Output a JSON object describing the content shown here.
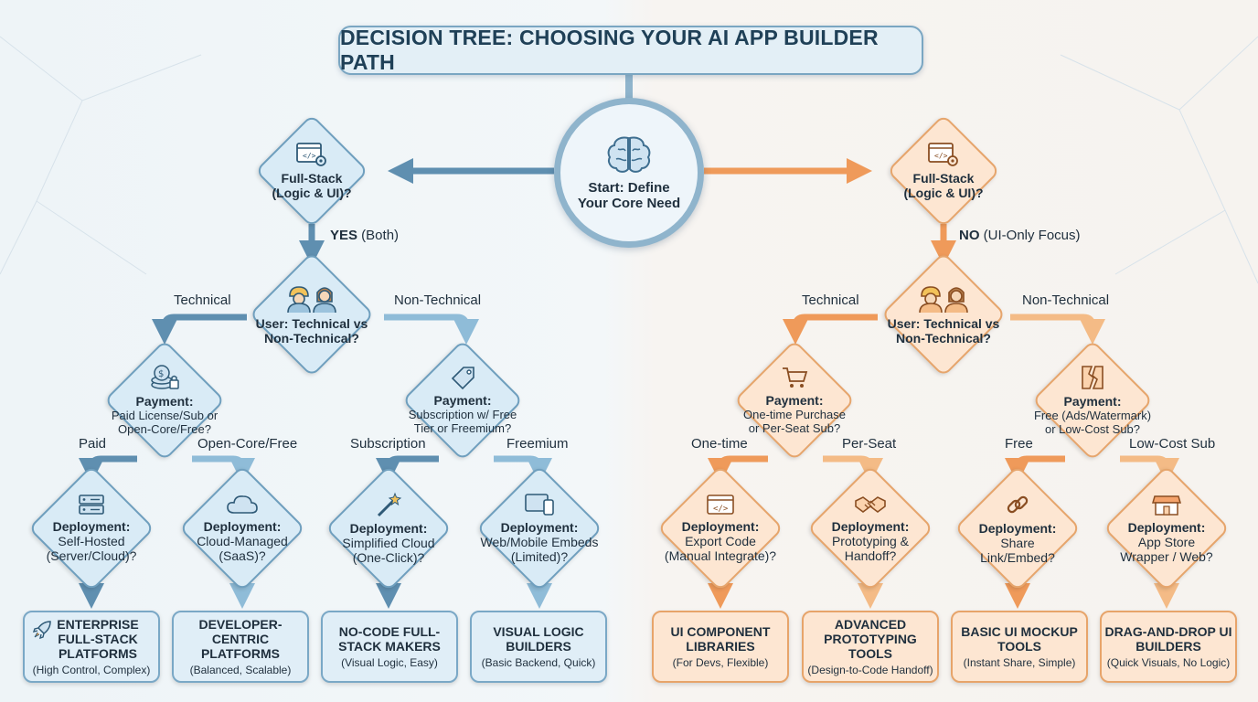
{
  "title": "DECISION TREE: CHOOSING YOUR AI APP BUILDER PATH",
  "start": {
    "line1": "Start: Define",
    "line2": "Your Core Need"
  },
  "colors": {
    "blue": "#6f9fbe",
    "orange": "#e6a56c"
  },
  "left": {
    "q1": {
      "line1": "Full-Stack",
      "line2": "(Logic & UI)?"
    },
    "branch_label": "YES",
    "branch_note": " (Both)",
    "q2": {
      "line1": "User: Technical vs",
      "line2": "Non-Technical?"
    },
    "tech_label": "Technical",
    "nontech_label": "Non-Technical",
    "payA": {
      "title": "Payment:",
      "line1": "Paid License/Sub or",
      "line2": "Open-Core/Free?"
    },
    "payB": {
      "title": "Payment:",
      "line1": "Subscription w/ Free",
      "line2": "Tier or Freemium?"
    },
    "edge_labels": [
      "Paid",
      "Open-Core/Free",
      "Subscription",
      "Freemium"
    ],
    "deploy": [
      {
        "title": "Deployment:",
        "line1": "Self-Hosted",
        "line2": "(Server/Cloud)?",
        "icon": "server-icon"
      },
      {
        "title": "Deployment:",
        "line1": "Cloud-Managed",
        "line2": "(SaaS)?",
        "icon": "cloud-icon"
      },
      {
        "title": "Deployment:",
        "line1": "Simplified Cloud",
        "line2": "(One-Click)?",
        "icon": "magic-wand-icon"
      },
      {
        "title": "Deployment:",
        "line1": "Web/Mobile Embeds",
        "line2": "(Limited)?",
        "icon": "devices-icon"
      }
    ],
    "leaves": [
      {
        "title": "ENTERPRISE FULL-STACK PLATFORMS",
        "sub": "(High Control, Complex)",
        "icon": "rocket-icon"
      },
      {
        "title": "DEVELOPER-CENTRIC PLATFORMS",
        "sub": "(Balanced, Scalable)"
      },
      {
        "title": "NO-CODE FULL-STACK MAKERS",
        "sub": "(Visual Logic, Easy)"
      },
      {
        "title": "VISUAL LOGIC BUILDERS",
        "sub": "(Basic Backend, Quick)"
      }
    ]
  },
  "right": {
    "q1": {
      "line1": "Full-Stack",
      "line2": "(Logic & UI)?"
    },
    "branch_label": "NO",
    "branch_note": " (UI-Only Focus)",
    "q2": {
      "line1": "User: Technical vs",
      "line2": "Non-Technical?"
    },
    "tech_label": "Technical",
    "nontech_label": "Non-Technical",
    "payA": {
      "title": "Payment:",
      "line1": "One-time Purchase",
      "line2": "or Per-Seat Sub?"
    },
    "payB": {
      "title": "Payment:",
      "line1": "Free (Ads/Watermark)",
      "line2": "or Low-Cost Sub?"
    },
    "edge_labels": [
      "One-time",
      "Per-Seat",
      "Free",
      "Low-Cost Sub"
    ],
    "deploy": [
      {
        "title": "Deployment:",
        "line1": "Export Code",
        "line2": "(Manual Integrate)?",
        "icon": "code-window-icon"
      },
      {
        "title": "Deployment:",
        "line1": "Prototyping &",
        "line2": "Handoff?",
        "icon": "handshake-icon"
      },
      {
        "title": "Deployment:",
        "line1": "Share",
        "line2": "Link/Embed?",
        "icon": "link-icon"
      },
      {
        "title": "Deployment:",
        "line1": "App Store",
        "line2": "Wrapper / Web?",
        "icon": "storefront-icon"
      }
    ],
    "leaves": [
      {
        "title": "UI COMPONENT LIBRARIES",
        "sub": "(For Devs, Flexible)"
      },
      {
        "title": "ADVANCED PROTOTYPING TOOLS",
        "sub": "(Design-to-Code Handoff)"
      },
      {
        "title": "BASIC UI MOCKUP TOOLS",
        "sub": "(Instant Share, Simple)"
      },
      {
        "title": "DRAG-AND-DROP UI BUILDERS",
        "sub": "(Quick Visuals, No Logic)"
      }
    ]
  }
}
